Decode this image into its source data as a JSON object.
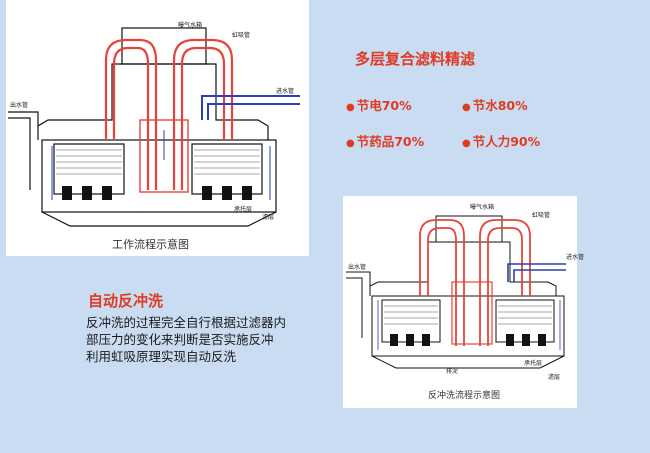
{
  "diagram1": {
    "caption": "工作流程示意图",
    "labels": {
      "exhaust_box": "曝气水箱",
      "siphon": "虹吸管",
      "inlet": "进水管",
      "outlet": "出水管",
      "support": "承托层",
      "filter": "滤层"
    }
  },
  "diagram2": {
    "caption": "反冲洗流程示意图",
    "labels": {
      "exhaust_box": "曝气水箱",
      "siphon": "虹吸管",
      "inlet": "进水管",
      "outlet": "出水管",
      "support": "承托层",
      "filter": "滤层",
      "drain": "排泥"
    }
  },
  "headline": "多层复合滤料精滤",
  "stats": [
    {
      "text": "节电70%"
    },
    {
      "text": "节水80%"
    },
    {
      "text": "节药品70%"
    },
    {
      "text": "节人力90%"
    }
  ],
  "backwash": {
    "title": "自动反冲洗",
    "lines": [
      "反冲洗的过程完全自行根据过滤器内",
      "部压力的变化来判断是否实施反冲",
      "利用虹吸原理实现自动反洗"
    ]
  },
  "colors": {
    "accent": "#e03a22",
    "background": "#c9dcf1",
    "pipe_red": "#e8433a",
    "pipe_blue": "#2b3fb8"
  },
  "icons": {
    "bullet": "●"
  }
}
